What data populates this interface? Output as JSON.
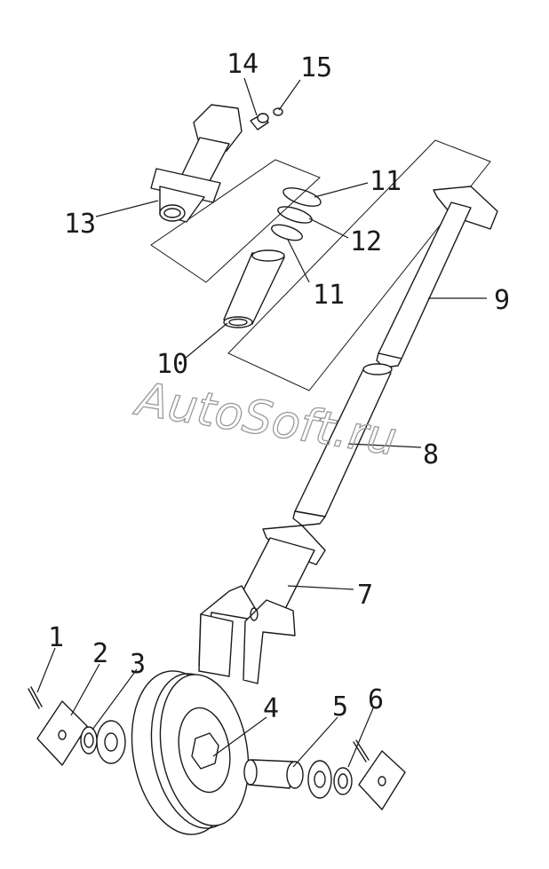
{
  "watermark": "AutoSoft.ru",
  "callouts": {
    "p1": "1",
    "p2": "2",
    "p3": "3",
    "p4": "4",
    "p5": "5",
    "p6": "6",
    "p7": "7",
    "p8": "8",
    "p9": "9",
    "p10": "10",
    "p11a": "11",
    "p11b": "11",
    "p12": "12",
    "p13": "13",
    "p14": "14",
    "p15": "15"
  }
}
